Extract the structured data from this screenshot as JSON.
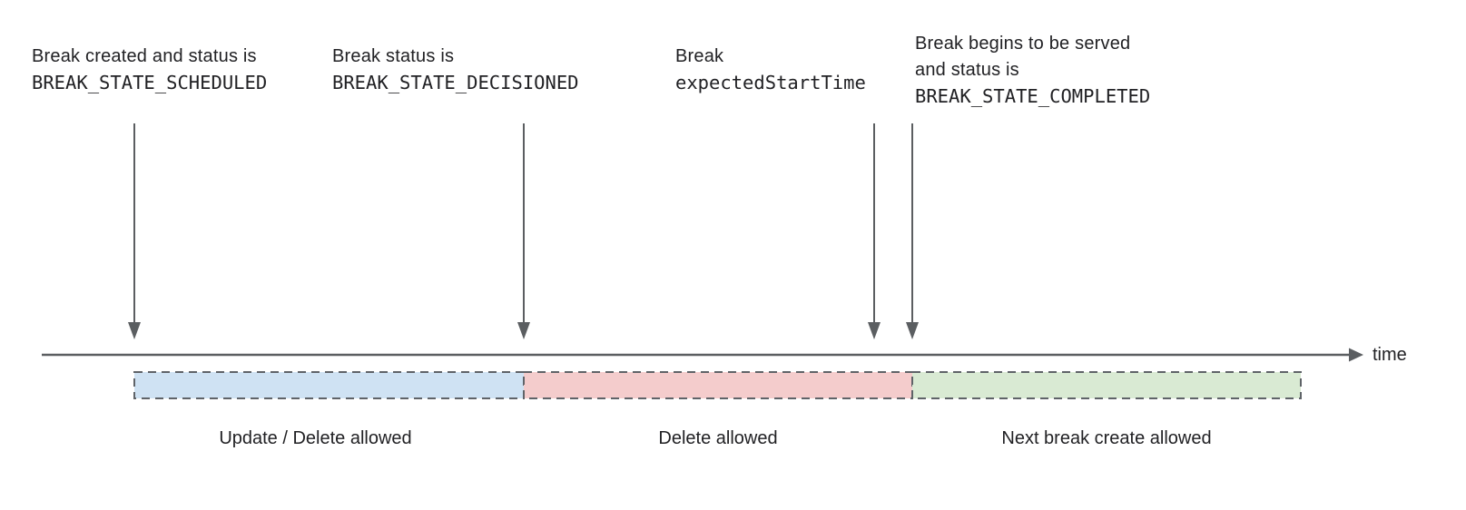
{
  "diagram": {
    "annotations": {
      "a1": {
        "line1": "Break created and status is",
        "line2": "BREAK_STATE_SCHEDULED"
      },
      "a2": {
        "line1": "Break status is",
        "line2": "BREAK_STATE_DECISIONED"
      },
      "a3": {
        "line1": "Break",
        "line2": "expectedStartTime"
      },
      "a4": {
        "line1": "Break begins to be served",
        "line2": "and status is",
        "line3": "BREAK_STATE_COMPLETED"
      }
    },
    "axis": {
      "label": "time"
    },
    "segments": {
      "s1": {
        "label": "Update / Delete allowed",
        "fill": "#cfe2f3"
      },
      "s2": {
        "label": "Delete allowed",
        "fill": "#f4cccc"
      },
      "s3": {
        "label": "Next break create allowed",
        "fill": "#d9ead3"
      }
    },
    "colors": {
      "line_gray": "#5b5e61",
      "dash_border": "#5f6368",
      "text": "#212124"
    }
  }
}
